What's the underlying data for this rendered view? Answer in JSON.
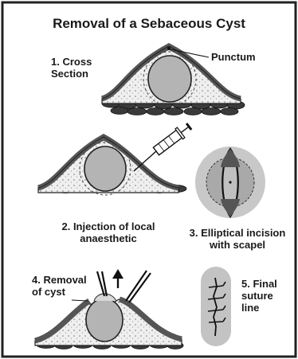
{
  "title": "Removal of a Sebaceous Cyst",
  "labels": {
    "step1_line1": "1. Cross",
    "step1_line2": "Section",
    "punctum": "Punctum",
    "step2_line1": "2. Injection of local",
    "step2_line2": "anaesthetic",
    "step3_line1": "3. Elliptical incision",
    "step3_line2": "with scapel",
    "step4_line1": "4. Removal",
    "step4_line2": "of cyst",
    "step5_line1": "5. Final",
    "step5_line2": "suture",
    "step5_line3": "line"
  }
}
